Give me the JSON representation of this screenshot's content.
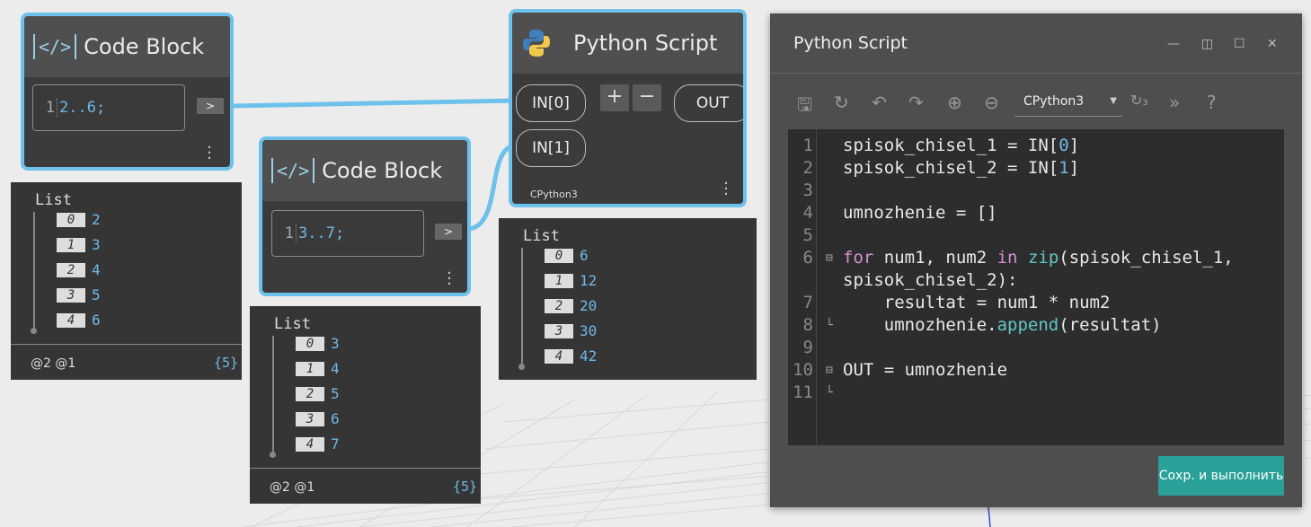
{
  "nodes": {
    "code_block_1": {
      "title": "Code Block",
      "line": "1",
      "code": "2..6;"
    },
    "code_block_2": {
      "title": "Code Block",
      "line": "1",
      "code": "3..7;"
    },
    "python_node": {
      "title": "Python Script",
      "in0": "IN[0]",
      "in1": "IN[1]",
      "out": "OUT",
      "plus": "+",
      "minus": "−",
      "engine": "CPython3"
    },
    "out_arrow": ">"
  },
  "previews": {
    "list1": {
      "label": "List",
      "items": [
        [
          "0",
          "2"
        ],
        [
          "1",
          "3"
        ],
        [
          "2",
          "4"
        ],
        [
          "3",
          "5"
        ],
        [
          "4",
          "6"
        ]
      ],
      "levels": "@2 @1",
      "count": "{5}"
    },
    "list2": {
      "label": "List",
      "items": [
        [
          "0",
          "3"
        ],
        [
          "1",
          "4"
        ],
        [
          "2",
          "5"
        ],
        [
          "3",
          "6"
        ],
        [
          "4",
          "7"
        ]
      ],
      "levels": "@2 @1",
      "count": "{5}"
    },
    "list3": {
      "label": "List",
      "items": [
        [
          "0",
          "6"
        ],
        [
          "1",
          "12"
        ],
        [
          "2",
          "20"
        ],
        [
          "3",
          "30"
        ],
        [
          "4",
          "42"
        ]
      ]
    }
  },
  "editor": {
    "title": "Python Script",
    "engine": "CPython3",
    "run_label": "Сохр. и выполнить",
    "lines": [
      "1",
      "2",
      "3",
      "4",
      "5",
      "6",
      "",
      "7",
      "8",
      "9",
      "10",
      "11"
    ],
    "colors": {
      "accent": "#2aa198",
      "wire": "#6ec1ea",
      "number": "#71b8e6",
      "keyword": "#d58fd1",
      "builtin": "#5fc7c4"
    }
  }
}
